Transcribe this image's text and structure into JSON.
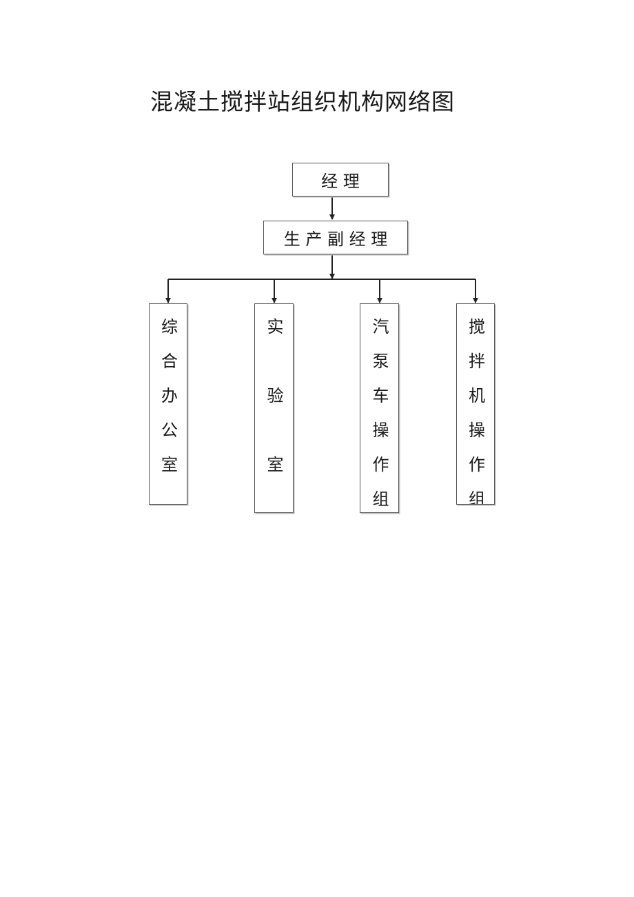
{
  "title": "混凝土搅拌站组织机构网络图",
  "nodes": {
    "manager": "经 理",
    "deputy": "生 产 副 经 理",
    "office": "综合办公室",
    "lab": "实验室",
    "pump": "汽泵车操作组",
    "mixer": "搅拌机操作组"
  },
  "colors": {
    "line": "#222222",
    "border": "#555555",
    "shadow": "#bdbdbd"
  }
}
